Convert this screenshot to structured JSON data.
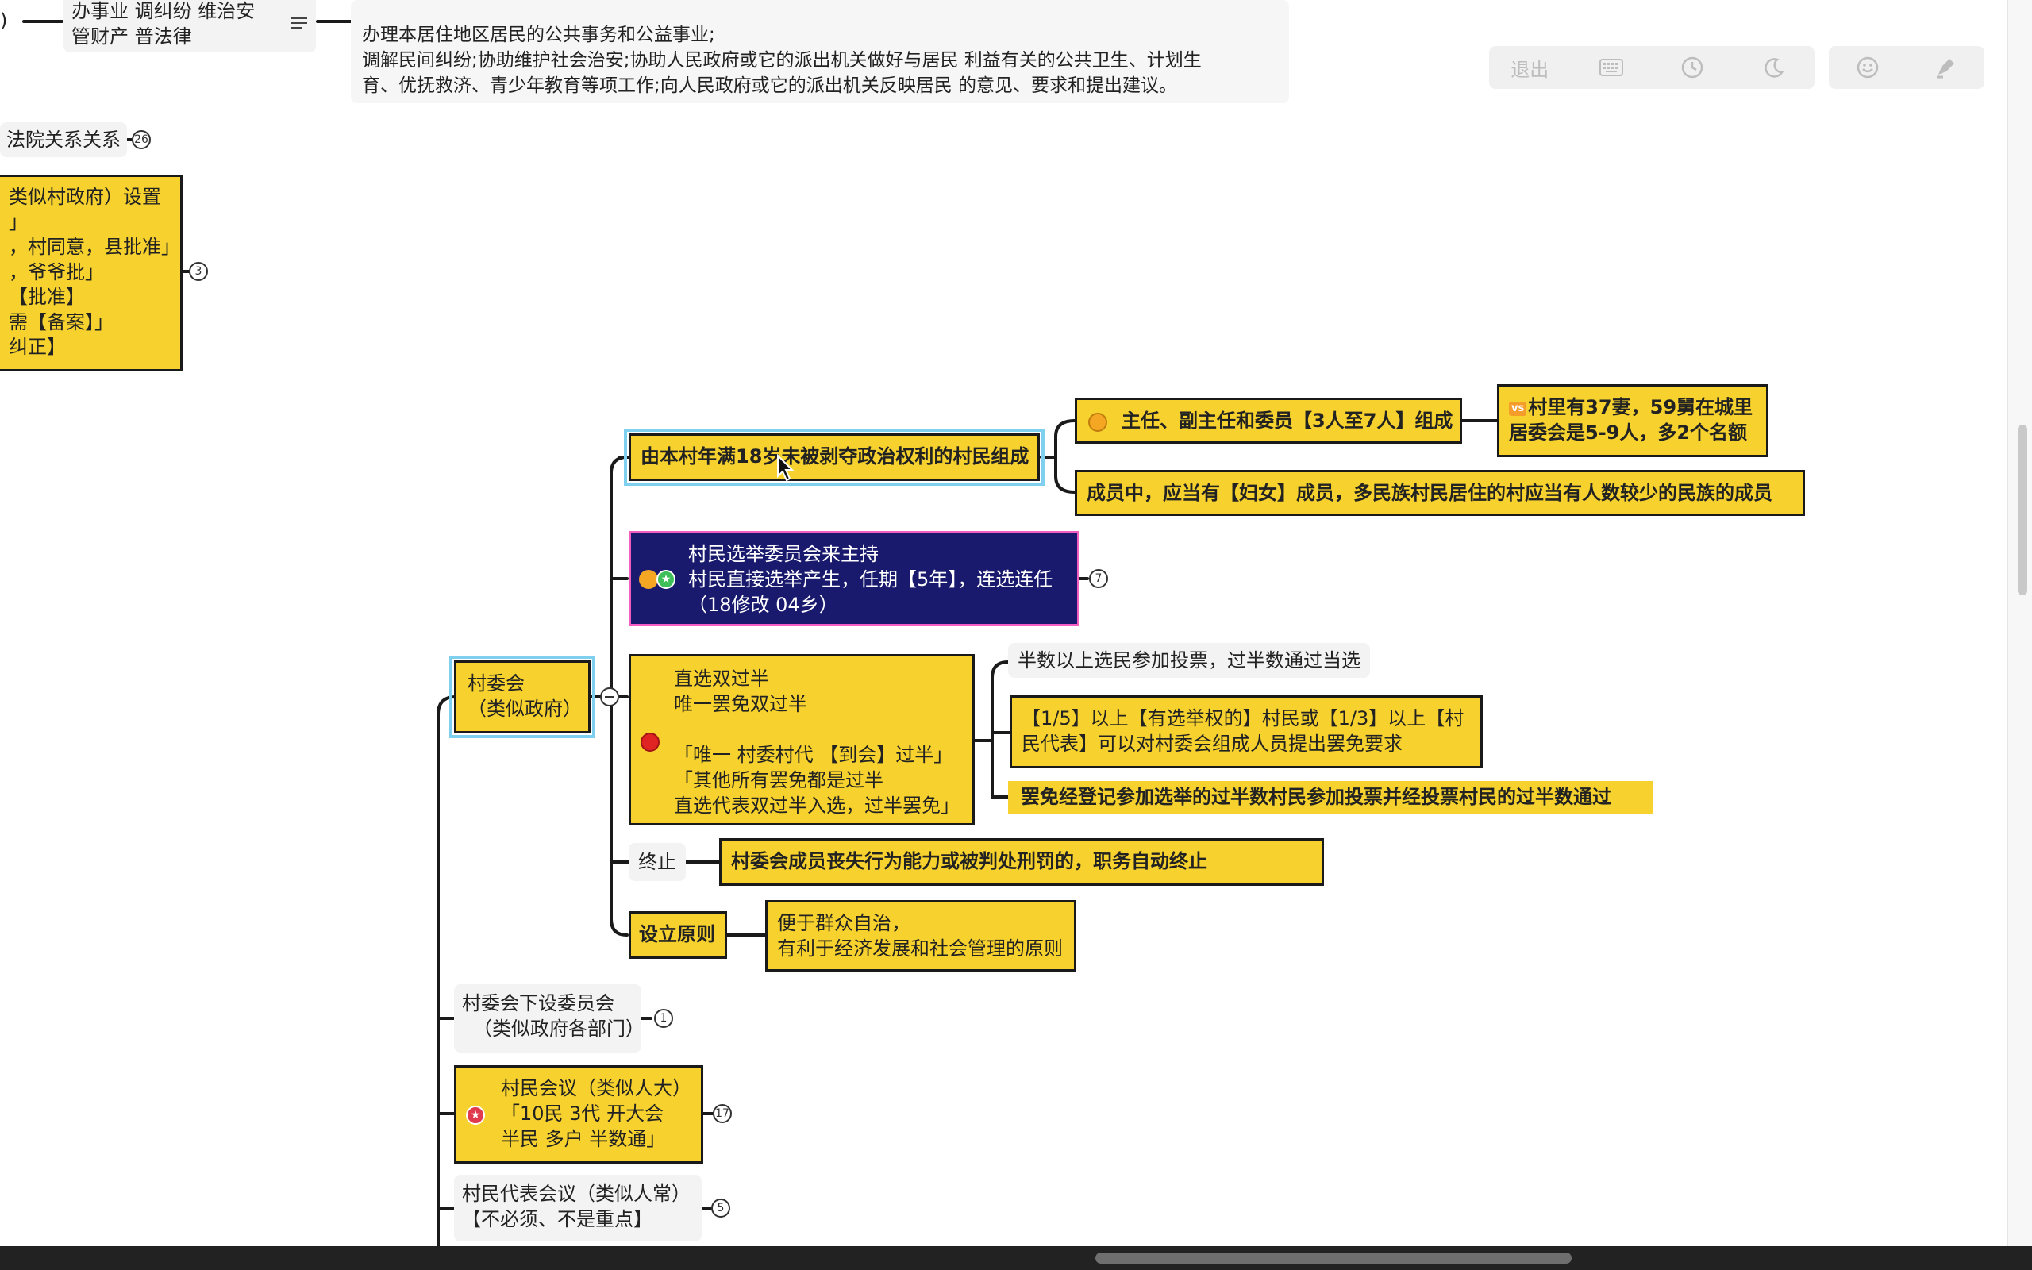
{
  "toolbar": {
    "exit_label": "退出",
    "icons": [
      "keyboard-icon",
      "clock-icon",
      "moon-icon",
      "emoji-icon",
      "pen-icon"
    ]
  },
  "nodes": {
    "top_partial": ")",
    "top_tasks": [
      "办事业 调纠纷 维治安",
      "管财产 普法律"
    ],
    "top_note": [
      "办理本居住地区居民的公共事务和公益事业;",
      "调解民间纠纷;协助维护社会治安;协助人民政府或它的派出机关做好与居民 利益有关的公共卫生、计划生",
      "育、优抚救济、青少年教育等项工作;向人民政府或它的派出机关反映居民 的意见、要求和提出建议。"
    ],
    "court_relation": "法院关系关系",
    "court_badge": "26",
    "left_box": [
      "类似村政府）设置",
      "」",
      "，村同意，县批准」",
      "，爷爷批」",
      "【批准】",
      "需【备案】」",
      "纠正】"
    ],
    "left_box_badge": "3",
    "root": [
      "村委会",
      "（类似政府）"
    ],
    "composition": "由本村年满18岁未被剥夺政治权利的村民组成",
    "composition_child1": "主任、副主任和委员【3人至7人】组成",
    "composition_child1_note_tag": "vs",
    "composition_child1_note": [
      "村里有37妻，59舅在城里",
      "居委会是5-9人，多2个名额"
    ],
    "composition_child2": "成员中，应当有【妇女】成员，多民族村民居住的村应当有人数较少的民族的成员",
    "election": [
      "村民选举委员会来主持",
      "村民直接选举产生，任期【5年】，连选连任",
      "（18修改 04乡）"
    ],
    "election_badge": "7",
    "vote": [
      "直选双过半",
      "唯一罢免双过半",
      "",
      "「唯一 村委村代 【到会】过半」",
      "「其他所有罢免都是过半",
      "直选代表双过半入选，过半罢免」"
    ],
    "vote_child1": "半数以上选民参加投票，过半数通过当选",
    "vote_child2": [
      "【1/5】以上【有选举权的】村民或【1/3】以上【村",
      "民代表】可以对村委会组成人员提出罢免要求"
    ],
    "vote_child3": "罢免经登记参加选举的过半数村民参加投票并经投票村民的过半数通过",
    "termination": "终止",
    "termination_child": "村委会成员丧失行为能力或被判处刑罚的，职务自动终止",
    "principle": "设立原则",
    "principle_child": [
      "便于群众自治，",
      "有利于经济发展和社会管理的原则"
    ],
    "sub_committee": [
      "村委会下设委员会",
      "（类似政府各部门）"
    ],
    "sub_committee_badge": "1",
    "villagers_meeting": [
      "村民会议（类似人大）",
      "「10民 3代 开大会",
      "半民 多户 半数通」"
    ],
    "villagers_meeting_badge": "17",
    "rep_meeting": [
      "村民代表会议（类似人常）",
      "【不必须、不是重点】"
    ],
    "rep_meeting_badge": "5"
  },
  "colors": {
    "node_yellow": "#f7d22e",
    "node_navy": "#191a6e",
    "navy_border": "#f45ec2",
    "selected_outline": "#7fd0ee",
    "priority_orange": "#f5a623",
    "priority_red": "#e02424",
    "star_green": "#3fbf5a",
    "star_red": "#e03a4e"
  }
}
